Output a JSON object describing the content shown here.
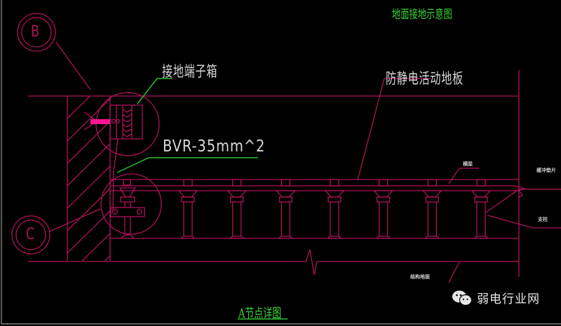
{
  "drawing": {
    "title": "地面接地示意图",
    "detail_title": "A节点详图",
    "callouts": {
      "circle_b": "B",
      "circle_c": "C"
    },
    "labels": {
      "grounding_box": "接地端子箱",
      "cable": "BVR-35mm^2",
      "antistatic_floor": "防静电活动地板",
      "crossbeam": "横梁",
      "pad": "缓冲垫片",
      "pillar": "支柱",
      "structural_floor": "结构地面"
    },
    "pedestal_count": 7
  },
  "watermark": {
    "icon": "wechat-icon",
    "text": "弱电行业网"
  },
  "colors": {
    "background": "#000000",
    "line_magenta": "#b0125c",
    "leader_green": "#2fbf2f",
    "terminal_pink": "#ff1493",
    "text_gray": "#d8d8d8",
    "title_green": "#3ad23a"
  }
}
